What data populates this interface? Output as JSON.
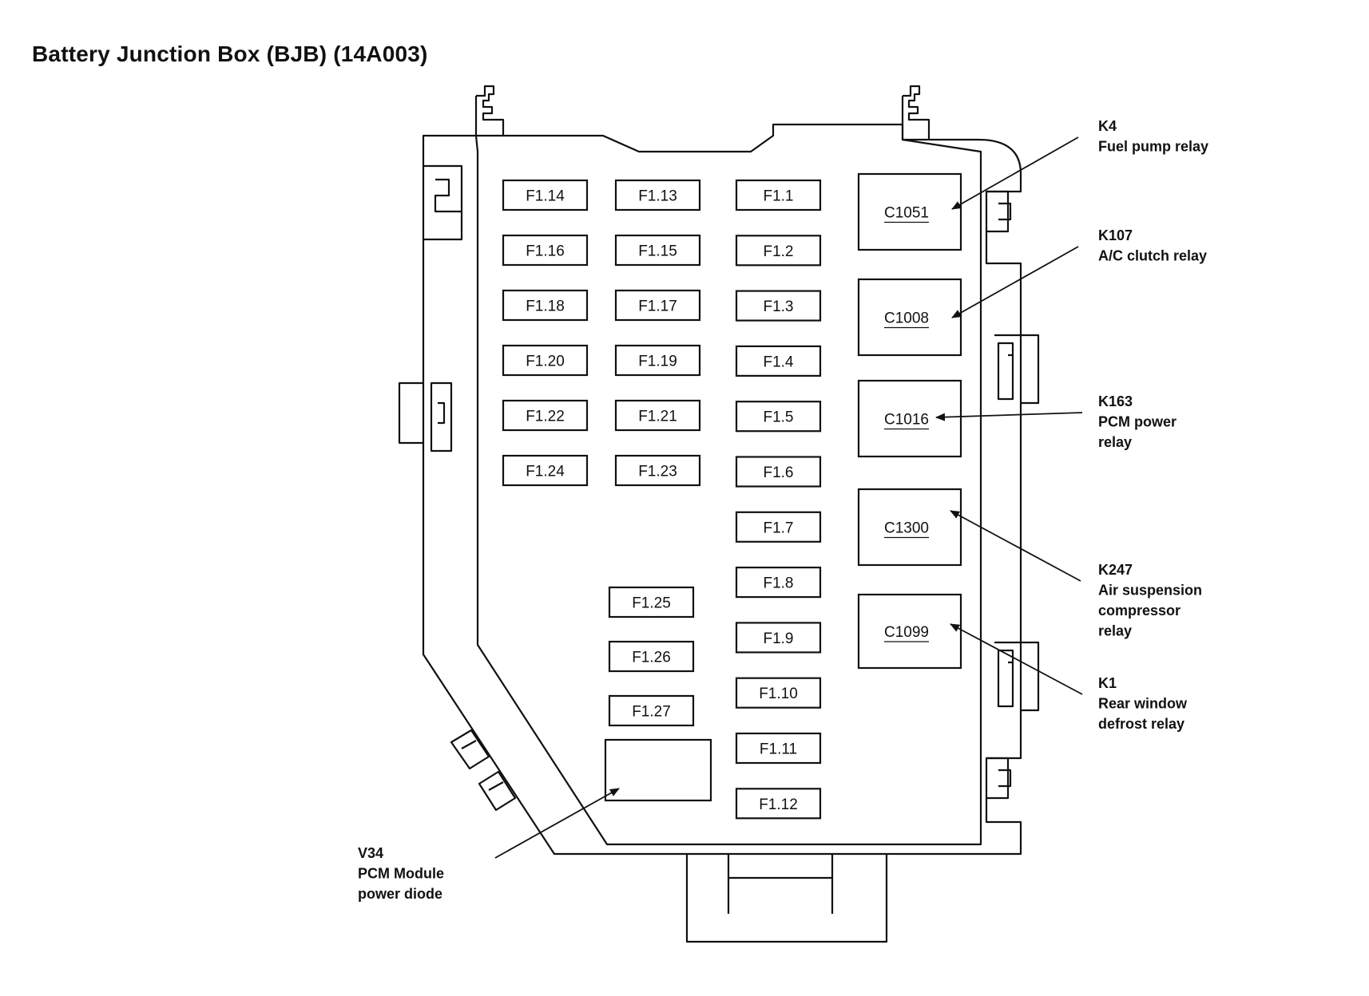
{
  "title": "Battery Junction Box (BJB) (14A003)",
  "fuses": [
    {
      "label": "F1.14",
      "col": 0,
      "row": 0
    },
    {
      "label": "F1.16",
      "col": 0,
      "row": 1
    },
    {
      "label": "F1.18",
      "col": 0,
      "row": 2
    },
    {
      "label": "F1.20",
      "col": 0,
      "row": 3
    },
    {
      "label": "F1.22",
      "col": 0,
      "row": 4
    },
    {
      "label": "F1.24",
      "col": 0,
      "row": 5
    },
    {
      "label": "F1.13",
      "col": 1,
      "row": 0
    },
    {
      "label": "F1.15",
      "col": 1,
      "row": 1
    },
    {
      "label": "F1.17",
      "col": 1,
      "row": 2
    },
    {
      "label": "F1.19",
      "col": 1,
      "row": 3
    },
    {
      "label": "F1.21",
      "col": 1,
      "row": 4
    },
    {
      "label": "F1.23",
      "col": 1,
      "row": 5
    },
    {
      "label": "F1.1",
      "col": 2,
      "row": 0
    },
    {
      "label": "F1.2",
      "col": 2,
      "row": 1
    },
    {
      "label": "F1.3",
      "col": 2,
      "row": 2
    },
    {
      "label": "F1.4",
      "col": 2,
      "row": 3
    },
    {
      "label": "F1.5",
      "col": 2,
      "row": 4
    },
    {
      "label": "F1.6",
      "col": 2,
      "row": 5
    },
    {
      "label": "F1.7",
      "col": 2,
      "row": 6
    },
    {
      "label": "F1.8",
      "col": 2,
      "row": 7
    },
    {
      "label": "F1.9",
      "col": 2,
      "row": 8
    },
    {
      "label": "F1.10",
      "col": 2,
      "row": 9
    },
    {
      "label": "F1.11",
      "col": 2,
      "row": 10
    },
    {
      "label": "F1.12",
      "col": 2,
      "row": 11
    },
    {
      "label": "F1.25",
      "col": 3,
      "row": 0
    },
    {
      "label": "F1.26",
      "col": 3,
      "row": 1
    },
    {
      "label": "F1.27",
      "col": 3,
      "row": 2
    }
  ],
  "relays": [
    {
      "connector": "C1051",
      "id": "K4",
      "desc": [
        "Fuel pump relay"
      ]
    },
    {
      "connector": "C1008",
      "id": "K107",
      "desc": [
        "A/C clutch relay"
      ]
    },
    {
      "connector": "C1016",
      "id": "K163",
      "desc": [
        "PCM power",
        "relay"
      ]
    },
    {
      "connector": "C1300",
      "id": "K247",
      "desc": [
        "Air suspension",
        "compressor",
        "relay"
      ]
    },
    {
      "connector": "C1099",
      "id": "K1",
      "desc": [
        "Rear window",
        "defrost relay"
      ]
    }
  ],
  "diode": {
    "id": "V34",
    "desc": [
      "PCM Module",
      "power diode"
    ]
  }
}
